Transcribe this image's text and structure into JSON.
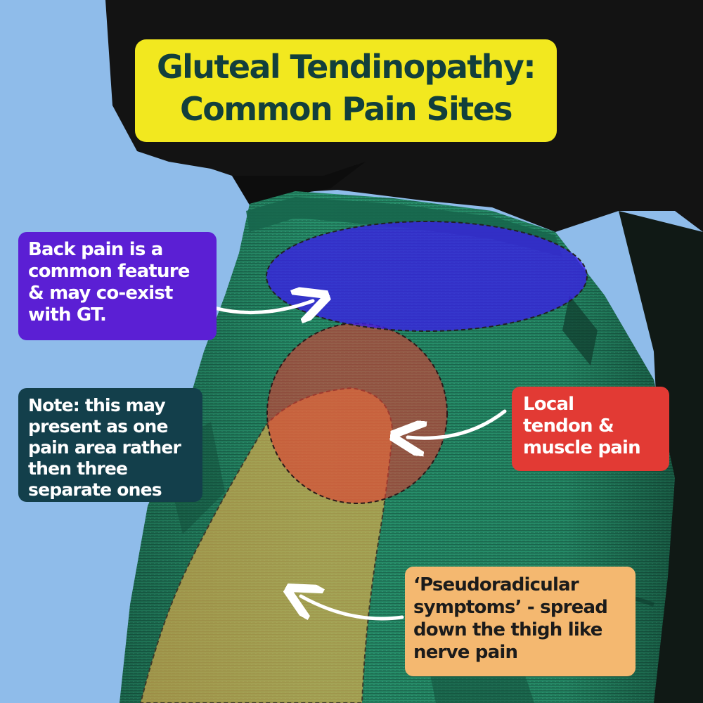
{
  "title": {
    "line1": "Gluteal Tendinopathy:",
    "line2": "Common Pain Sites"
  },
  "callouts": {
    "back_pain": [
      "Back pain is a",
      "common feature",
      "& may co-exist",
      "with GT."
    ],
    "note": [
      "Note: this may",
      "present as one",
      "pain area rather",
      "then three",
      "separate ones"
    ],
    "local": [
      "Local",
      "tendon &",
      "muscle pain"
    ],
    "pseudoradicular": [
      "‘Pseudoradicular",
      "symptoms’ - spread",
      "down the thigh like",
      "nerve pain"
    ]
  },
  "pain_zones": [
    {
      "label": "back",
      "color": "#3a1fe8"
    },
    {
      "label": "local",
      "color": "#e43a32"
    },
    {
      "label": "thigh",
      "color": "#f0b24a"
    }
  ],
  "colors": {
    "background": "#8fbcea",
    "title_bg": "#f2e81f",
    "title_text": "#123f3c",
    "legging_green": "#1f7a5f",
    "top_black": "#141414"
  }
}
